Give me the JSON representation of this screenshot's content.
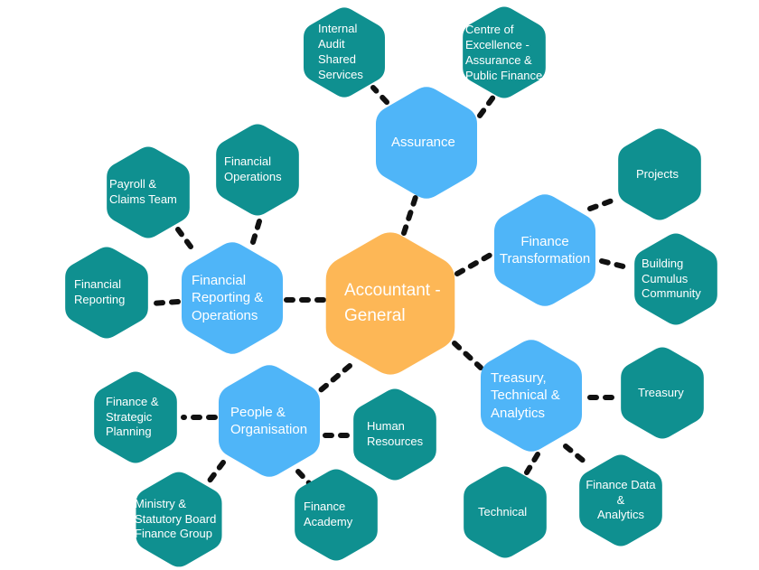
{
  "colors": {
    "center": "#FDB756",
    "hub": "#4FB5F8",
    "leaf": "#0F9090",
    "link": "#111111",
    "text": "#FFFFFF"
  },
  "center": {
    "label": "Accountant -\nGeneral"
  },
  "hubs": {
    "assurance": "Assurance",
    "financial_reporting_operations": "Financial\nReporting &\nOperations",
    "finance_transformation": "Finance\nTransformation",
    "people_organisation": "People &\nOrganisation",
    "treasury_technical_analytics": "Treasury,\nTechnical &\nAnalytics"
  },
  "leaves": {
    "internal_audit": "Internal\nAudit\nShared\nServices",
    "centre_of_excellence": "Centre of\nExcellence -\nAssurance &\nPublic Finance",
    "financial_operations": "Financial\nOperations",
    "payroll_claims": "Payroll &\nClaims Team",
    "financial_reporting": "Financial\nReporting",
    "projects": "Projects",
    "building_cumulus": "Building\nCumulus\nCommunity",
    "finance_strategic_planning": "Finance &\nStrategic\nPlanning",
    "human_resources": "Human\nResources",
    "ministry_statutory": "Ministry &\nStatutory Board\nFinance Group",
    "finance_academy": "Finance\nAcademy",
    "treasury": "Treasury",
    "technical": "Technical",
    "finance_data_analytics": "Finance Data\n&\nAnalytics"
  }
}
